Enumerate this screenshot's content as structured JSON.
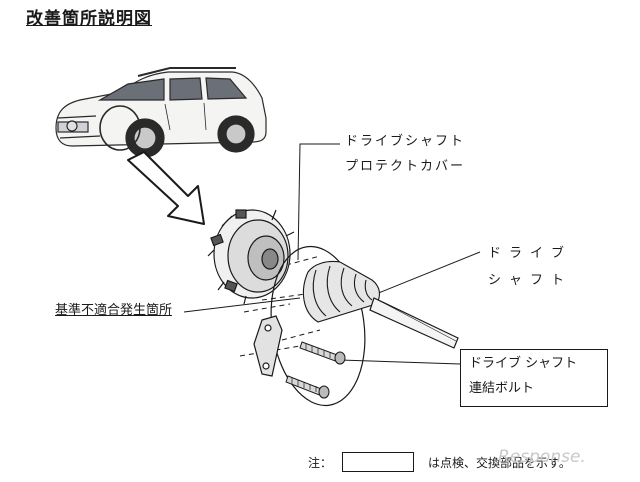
{
  "title": "改善箇所説明図",
  "labels": {
    "drive_shaft_cover": [
      "ドライブシャフト",
      "プロテクトカバー"
    ],
    "drive_shaft": [
      "ドライブ",
      "シャフト"
    ],
    "nonconformity": "基準不適合発生箇所",
    "connecting_bolt": [
      "ドライブ シャフト",
      "連結ボルト"
    ]
  },
  "note": {
    "prefix": "注：",
    "suffix": "は点検、交換部品を示す。"
  },
  "watermark": "Response.",
  "colors": {
    "ink": "#1a1a1a",
    "car_body": "#f4f4f2",
    "watermark": "#c8c8c8"
  },
  "icons": [
    "car-illustration",
    "arrow-icon",
    "joint-flange-icon",
    "boot-cover-icon",
    "bolt-icon",
    "bracket-icon"
  ]
}
